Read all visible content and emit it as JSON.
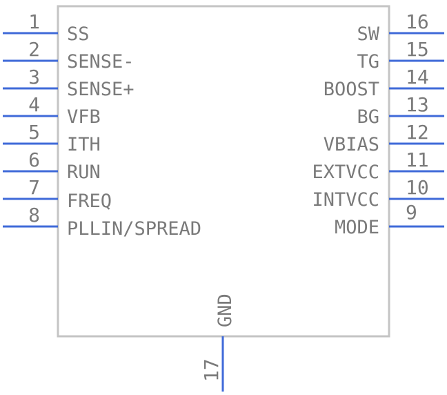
{
  "component": {
    "left_pins": [
      {
        "number": "1",
        "name": "SS"
      },
      {
        "number": "2",
        "name": "SENSE-"
      },
      {
        "number": "3",
        "name": "SENSE+"
      },
      {
        "number": "4",
        "name": "VFB"
      },
      {
        "number": "5",
        "name": "ITH"
      },
      {
        "number": "6",
        "name": "RUN"
      },
      {
        "number": "7",
        "name": "FREQ"
      },
      {
        "number": "8",
        "name": "PLLIN/SPREAD"
      }
    ],
    "right_pins": [
      {
        "number": "16",
        "name": "SW"
      },
      {
        "number": "15",
        "name": "TG"
      },
      {
        "number": "14",
        "name": "BOOST"
      },
      {
        "number": "13",
        "name": "BG"
      },
      {
        "number": "12",
        "name": "VBIAS"
      },
      {
        "number": "11",
        "name": "EXTVCC"
      },
      {
        "number": "10",
        "name": "INTVCC"
      },
      {
        "number": "9",
        "name": "MODE"
      }
    ],
    "bottom_pin": {
      "number": "17",
      "name": "GND"
    }
  },
  "colors": {
    "pin": "#3f6ad8",
    "body_outline": "#c4c4c4",
    "text": "#7a7a7a"
  }
}
